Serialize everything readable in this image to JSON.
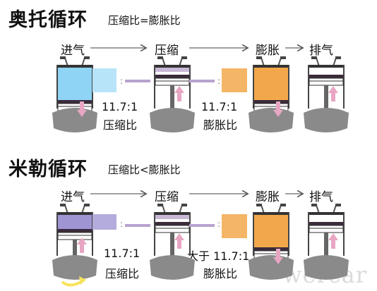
{
  "otto": {
    "title": "奥托循环",
    "subtitle": "压缩比=膨胀比",
    "stages": [
      "进气",
      "压缩",
      "膨胀",
      "排气"
    ],
    "ratio": {
      "value": "11.7:1",
      "compression_label": "压缩比",
      "expansion_value": "11.7:1",
      "expansion_label": "膨胀比"
    },
    "intake_color": "#8fd4f5",
    "intake_square_color": "#b8e4fa"
  },
  "miller": {
    "title": "米勒循环",
    "subtitle": "压缩比<膨胀比",
    "stages": [
      "进气",
      "压缩",
      "膨胀",
      "排气"
    ],
    "ratio": {
      "value": "11.7:1",
      "compression_label": "压缩比",
      "expansion_value": "大于 11.7:1",
      "expansion_label": "膨胀比"
    },
    "intake_color": "#9f95d3",
    "intake_square_color": "#b3acdc"
  },
  "colors": {
    "expansion": "#f2a84a",
    "expansion_square": "#f5b566",
    "bar_purple": "#b7a3cf",
    "piston_dark": "#3a2b3a",
    "arrow_pink": "#e8a6c3",
    "crank_gray": "#8a8a8a",
    "valve_gray": "#555555",
    "bypass_yellow": "#f6e35c"
  },
  "watermark": "wercar"
}
